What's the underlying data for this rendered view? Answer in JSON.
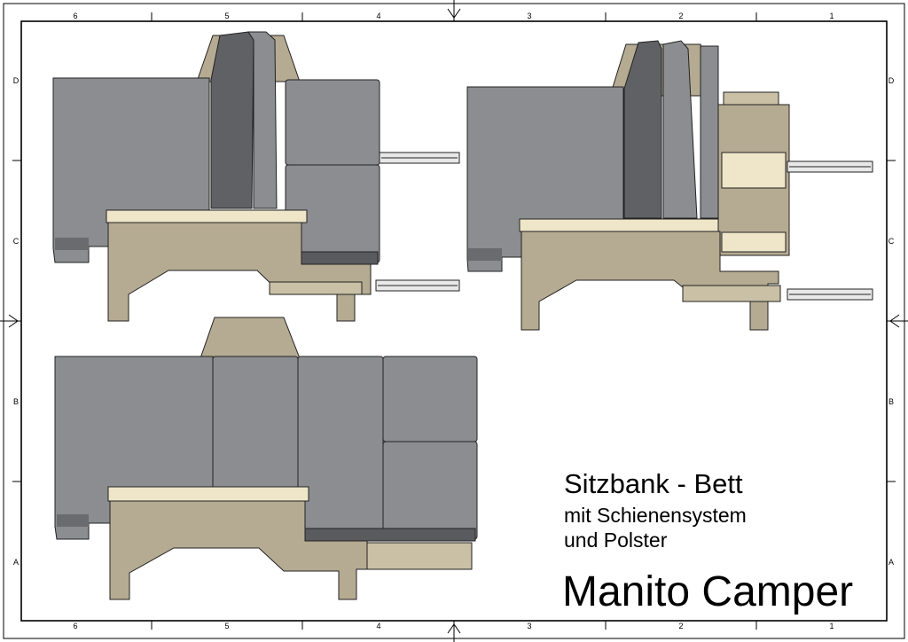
{
  "title_block": {
    "title": "Sitzbank - Bett",
    "subtitle_line1": "mit Schienensystem",
    "subtitle_line2": "und Polster",
    "brand": "Manito Camper"
  },
  "frame": {
    "columns_top": [
      "6",
      "5",
      "4",
      "3",
      "2",
      "1"
    ],
    "columns_bottom": [
      "6",
      "5",
      "4",
      "3",
      "2",
      "1"
    ],
    "rows_left": [
      "D",
      "C",
      "B",
      "A"
    ],
    "rows_right": [
      "D",
      "C",
      "B",
      "A"
    ]
  },
  "colors": {
    "cushion": "#8c8d91",
    "cushion_dark": "#5f6064",
    "wood": "#b5ab92",
    "wood_light": "#efe6c9",
    "rail": "#e8e8e8"
  }
}
